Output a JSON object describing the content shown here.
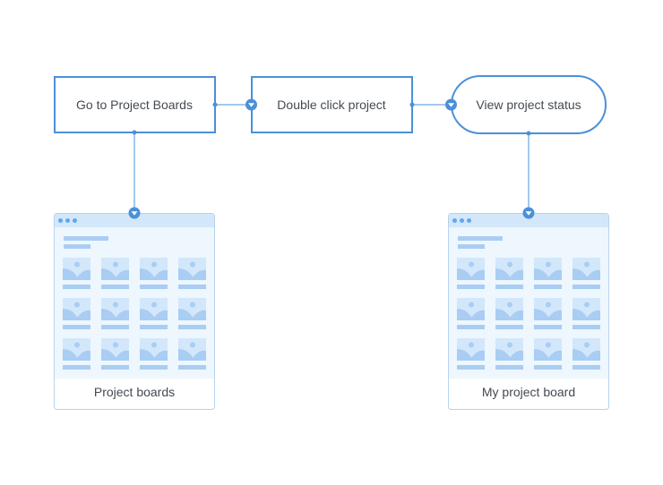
{
  "steps": [
    {
      "label": "Go to Project Boards"
    },
    {
      "label": "Double click project"
    },
    {
      "label": "View project status"
    }
  ],
  "screens": [
    {
      "caption": "Project boards",
      "grid_rows": 3,
      "grid_cols": 4
    },
    {
      "caption": "My project board",
      "grid_rows": 3,
      "grid_cols": 4
    }
  ],
  "colors": {
    "accent": "#4a90d9",
    "window_header": "#d3e7fb",
    "window_body": "#eef6fe",
    "window_border": "#b8d3ee",
    "thumb_bg": "#d3e7fb",
    "thumb_shape": "#a9cdf3",
    "caption_bg": "#ffffff"
  }
}
